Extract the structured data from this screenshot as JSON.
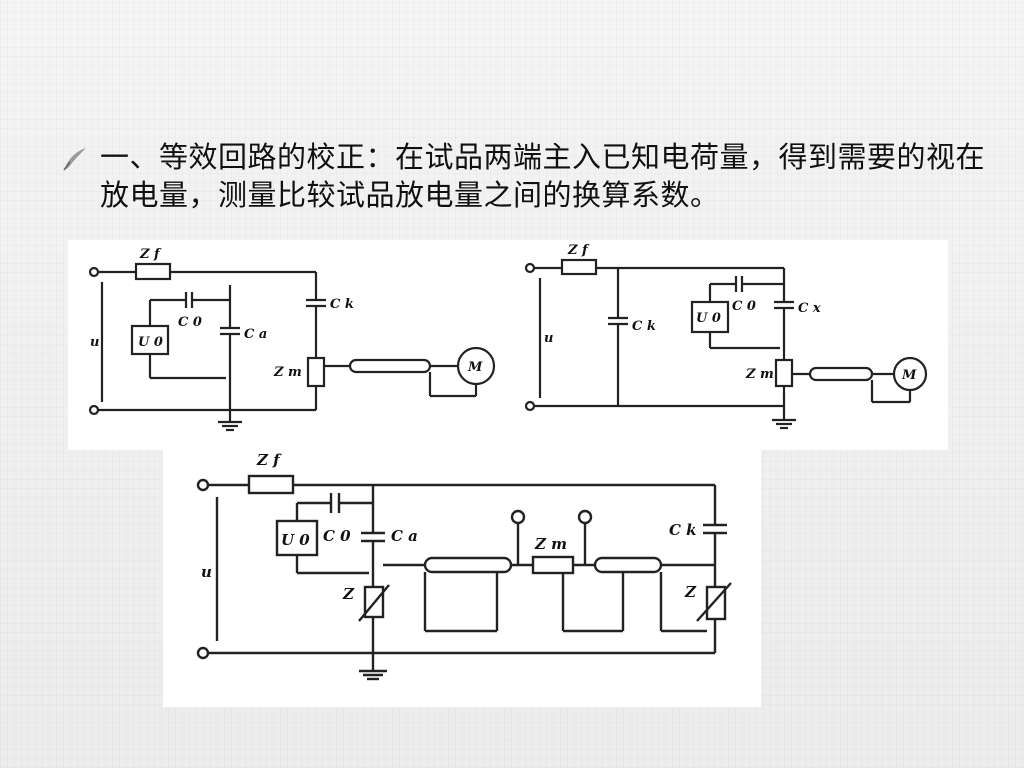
{
  "slide": {
    "bullet_text": "一、等效回路的校正：在试品两端主入已知电荷量，得到需要的视在放电量，测量比较试品放电量之间的换算系数。"
  },
  "circuit_top_left": {
    "zf": "Z f",
    "u": "u",
    "u0": "U 0",
    "c0": "C 0",
    "ca": "C a",
    "ck": "C k",
    "zm": "Z m",
    "m": "M"
  },
  "circuit_top_right": {
    "zf": "Z f",
    "u": "u",
    "u0": "U 0",
    "c0": "C 0",
    "ck": "C k",
    "cx": "C x",
    "zm": "Z m",
    "m": "M"
  },
  "circuit_bottom": {
    "zf": "Z f",
    "u": "u",
    "u0": "U 0",
    "c0": "C 0",
    "ca": "C a",
    "z_left": "Z",
    "zm": "Z m",
    "ck": "C k",
    "z_right": "Z"
  }
}
